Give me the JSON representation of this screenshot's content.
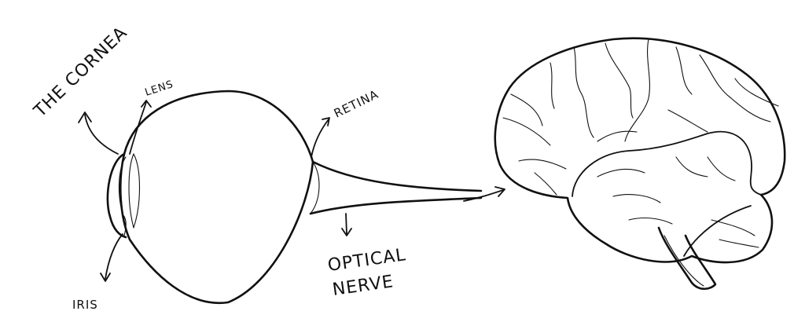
{
  "labels": {
    "cornea": "THE CORNEA",
    "lens": "LENS",
    "retina": "RETINA",
    "iris": "IRIS",
    "optical_line1": "OPTICAL",
    "optical_line2": "NERVE"
  },
  "colors": {
    "ink": "#111111",
    "background": "#ffffff"
  }
}
